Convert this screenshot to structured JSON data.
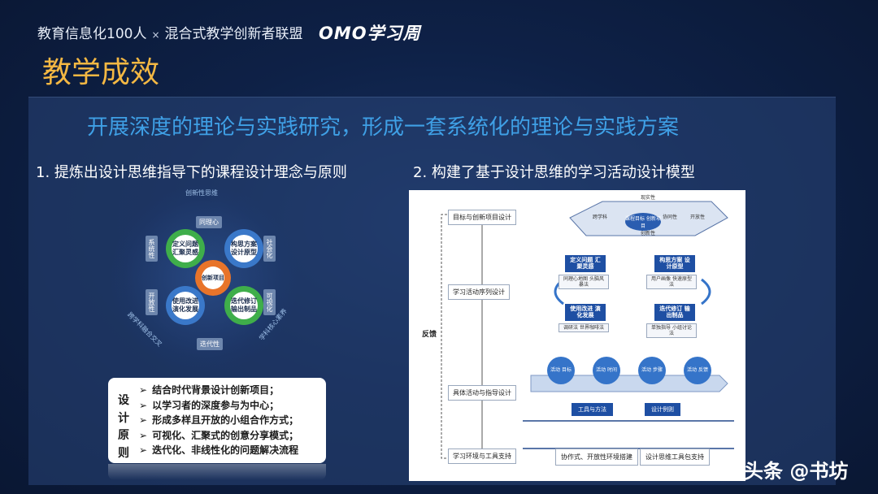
{
  "header": {
    "org_text": "教育信息化100人",
    "separator": "×",
    "alliance_text": "混合式教学创新者联盟",
    "event_logo": "OMO学习周"
  },
  "page_title": "教学成效",
  "subtitle": "开展深度的理论与实践研究，形成一套系统化的理论与实践方案",
  "section1": {
    "heading": "1. 提炼出设计思维指导下的课程设计理念与原则",
    "gear_diagram": {
      "top_label": "创新性思维",
      "tags": [
        "同理心",
        "迭代性",
        "系统性",
        "社会化",
        "开放性",
        "可视化"
      ],
      "side_left": "跨学科融合交叉",
      "side_right": "学科核心素养",
      "center": "创新项目",
      "gears": [
        "定义问题 汇聚灵感",
        "构思方案 设计原型",
        "使用改进 演化发展",
        "迭代修订 输出制品"
      ],
      "gear_colors": [
        "#3fae4a",
        "#3a78c9",
        "#3a78c9",
        "#3fae4a",
        "#e8742a"
      ]
    },
    "principles": {
      "heading": "设计原则",
      "items": [
        "结合时代背景设计创新项目；",
        "以学习者的深度参与为中心；",
        "形成多样且开放的小组合作方式；",
        "可视化、汇聚式的创意分享模式；",
        "迭代化、非线性化的问题解决流程"
      ]
    }
  },
  "section2": {
    "heading": "2. 构建了基于设计思维的学习活动设计模型",
    "model": {
      "feedback_label": "反馈",
      "stages": [
        "目标与创新项目设计",
        "学习活动序列设计",
        "具体活动与指导设计",
        "学习环境与工具支持"
      ],
      "top_hexagon": [
        "现实性",
        "创新性",
        "课程目标 创新项目",
        "跨学科",
        "开放性",
        "协同性"
      ],
      "steps": [
        "定义问题 汇聚灵感",
        "构思方案 设计原型",
        "使用改进 演化发展",
        "迭代修订 输出制品"
      ],
      "step_notes": [
        "同理心地图 头脑风暴法",
        "用户画像 快速原型法",
        "调研法 世界咖啡法",
        "单独指导 小组讨论法"
      ],
      "activities": [
        "活动 目标",
        "活动 时间",
        "活动 步骤",
        "活动 反馈"
      ],
      "tools": [
        "工具与方法",
        "设计例则"
      ],
      "support": [
        "协作式、开放性环境搭建",
        "设计思维工具包支持"
      ]
    }
  },
  "watermark": "头条 @书坊"
}
